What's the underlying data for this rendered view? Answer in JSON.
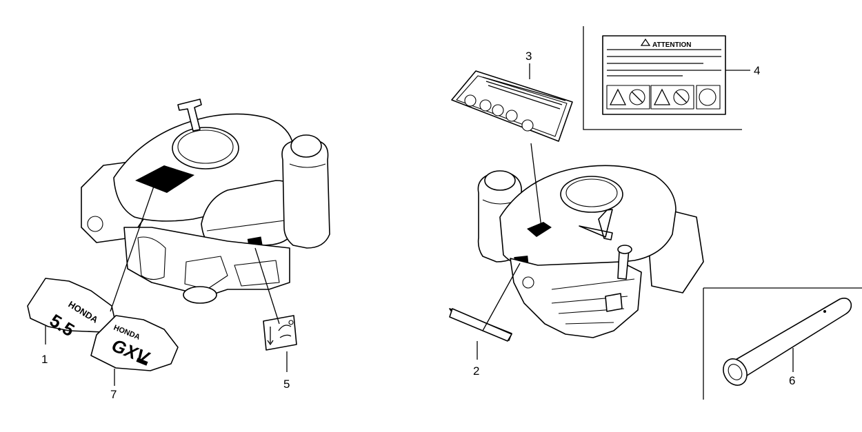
{
  "callouts": [
    {
      "id": "1",
      "text": "1"
    },
    {
      "id": "2",
      "text": "2"
    },
    {
      "id": "3",
      "text": "3"
    },
    {
      "id": "4",
      "text": "4"
    },
    {
      "id": "5",
      "text": "5"
    },
    {
      "id": "6",
      "text": "6"
    },
    {
      "id": "7",
      "text": "7"
    }
  ],
  "decals": {
    "brand": "HONDA",
    "displacement": "5.5",
    "model": "GXV",
    "attention_title": "ATTENTION"
  }
}
